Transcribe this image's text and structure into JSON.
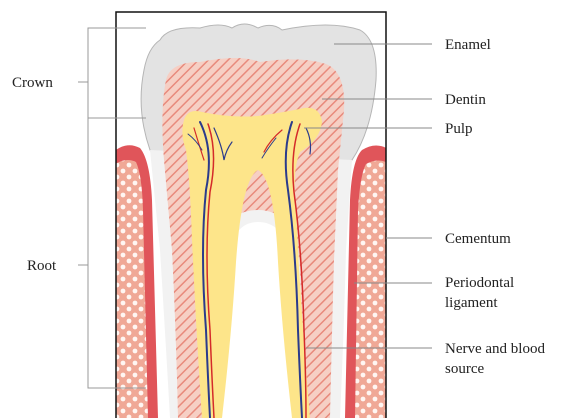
{
  "side_labels": {
    "crown": "Crown",
    "root": "Root"
  },
  "callouts": {
    "enamel": "Enamel",
    "dentin": "Dentin",
    "pulp": "Pulp",
    "cementum": "Cementum",
    "periodontal_line1": "Periodontal",
    "periodontal_line2": "ligament",
    "nerve_line1": "Nerve and blood",
    "nerve_line2": "source"
  },
  "colors": {
    "enamel": "#e3e3e3",
    "dentin_bg": "#f6cfc4",
    "dentin_hatch": "#e88a7c",
    "pulp": "#fde58a",
    "gum": "#e0555a",
    "bone": "#f0a896",
    "cementum": "#f2f2f2",
    "nerve": "#2b3b8c",
    "artery": "#d42a2a"
  }
}
